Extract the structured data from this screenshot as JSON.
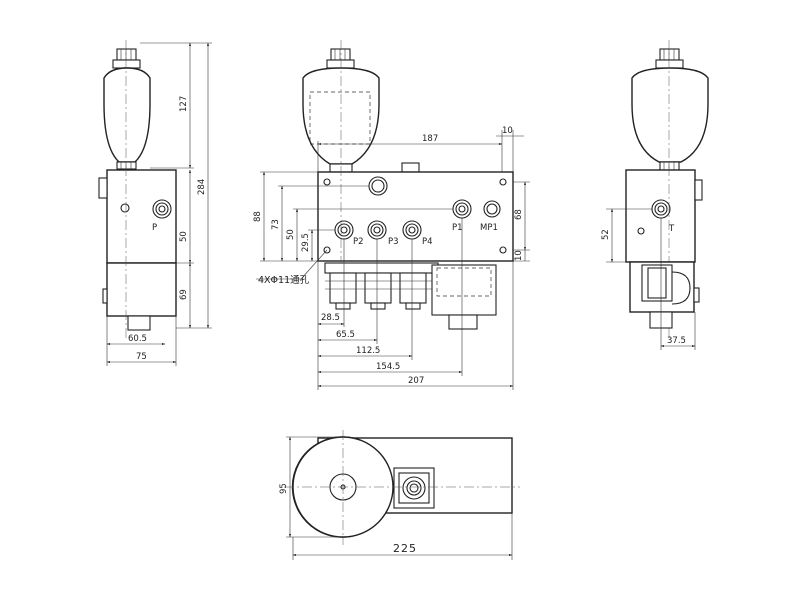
{
  "views": {
    "left_side": {
      "dimensions": {
        "d127": "127",
        "d284": "284",
        "d50": "50",
        "d69": "69",
        "d60_5": "60.5",
        "d75": "75"
      },
      "port_label": "P"
    },
    "front": {
      "dimensions": {
        "d187": "187",
        "d10_top": "10",
        "d68": "68",
        "d10_side": "10",
        "d88": "88",
        "d73": "73",
        "d50": "50",
        "d29_5": "29.5",
        "d28_5": "28.5",
        "d65_5": "65.5",
        "d112_5": "112.5",
        "d154_5": "154.5",
        "d207": "207"
      },
      "port_labels": {
        "p1": "P1",
        "mp1": "MP1",
        "p2": "P2",
        "p3": "P3",
        "p4": "P4"
      },
      "hole_note": "4XΦ11通孔"
    },
    "right_side": {
      "dimensions": {
        "d52": "52",
        "d37_5": "37.5"
      },
      "port_label": "T"
    },
    "top": {
      "dimensions": {
        "d95": "95",
        "d225": "225"
      }
    }
  },
  "colors": {
    "line": "#222222",
    "background": "#ffffff"
  }
}
